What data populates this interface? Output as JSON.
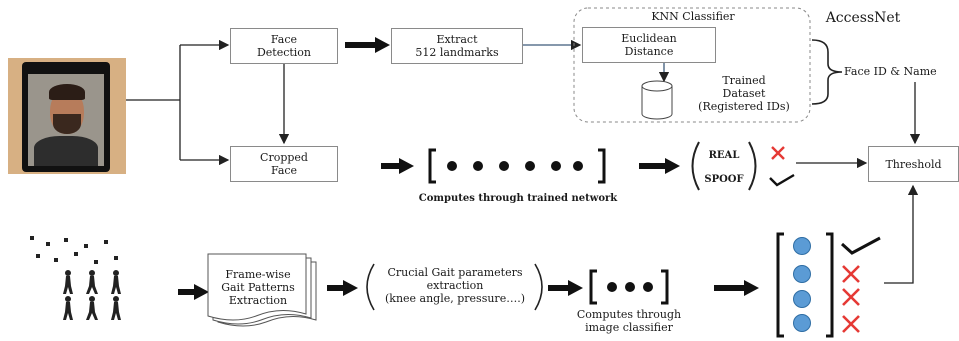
{
  "title": "AccessNet",
  "face_detection": "Face\nDetection",
  "extract_landmarks": "Extract\n512 landmarks",
  "knn_classifier": "KNN Classifier",
  "euclidean_distance": "Euclidean\nDistance",
  "trained_dataset": "Trained\nDataset\n(Registered IDs)",
  "face_id_name": "Face ID & Name",
  "cropped_face": "Cropped\nFace",
  "computes_trained_network": "Computes through trained network",
  "real": "REAL",
  "spoof": "SPOOF",
  "threshold": "Threshold",
  "gait_extraction": "Frame-wise\nGait Patterns\nExtraction",
  "gait_parameters": "Crucial Gait parameters\nextraction\n(knee angle, pressure….)",
  "computes_image_classifier": "Computes through\nimage classifier",
  "colors": {
    "dot": "#5b9bd5",
    "cross": "#e53935",
    "border": "#8a8a8a"
  }
}
